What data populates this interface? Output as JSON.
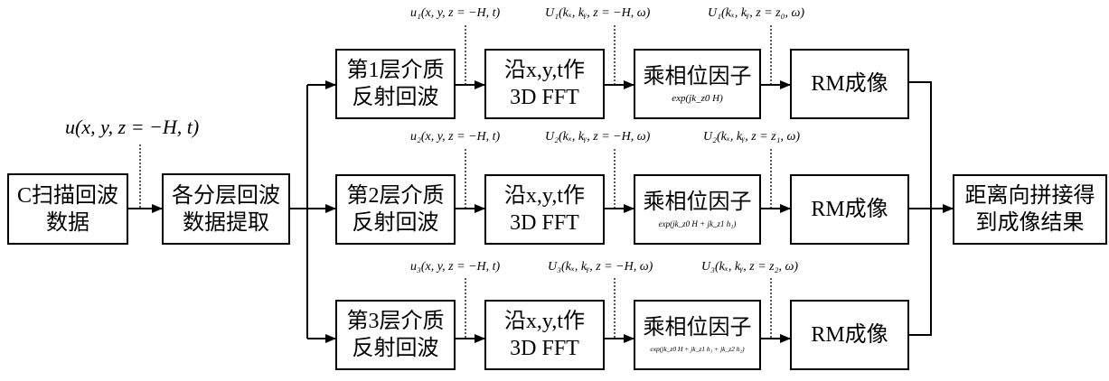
{
  "diagram": {
    "input": {
      "lines": [
        "C扫描回波",
        "数据"
      ]
    },
    "extract": {
      "lines": [
        "各分层回波",
        "数据提取"
      ]
    },
    "input_signal_label": "u(x, y, z = −H, t)",
    "rows": [
      {
        "layer": {
          "lines": [
            "第1层介质",
            "反射回波"
          ]
        },
        "fft": {
          "lines": [
            "沿x,y,t作",
            "3D FFT"
          ]
        },
        "phase": {
          "title": "乘相位因子",
          "formula": "exp(jk_z0 H)"
        },
        "rm": {
          "label": "RM成像"
        },
        "sig_time": "u₁(x, y, z = −H, t)",
        "sig_freq": "U₁(kₓ, kᵧ, z = −H, ω)",
        "sig_shifted": "U₁(kₓ, kᵧ, z = z₀, ω)"
      },
      {
        "layer": {
          "lines": [
            "第2层介质",
            "反射回波"
          ]
        },
        "fft": {
          "lines": [
            "沿x,y,t作",
            "3D FFT"
          ]
        },
        "phase": {
          "title": "乘相位因子",
          "formula": "exp(jk_z0 H + jk_z1 h₁)"
        },
        "rm": {
          "label": "RM成像"
        },
        "sig_time": "u₂(x, y, z = −H, t)",
        "sig_freq": "U₂(kₓ, kᵧ, z = −H, ω)",
        "sig_shifted": "U₂(kₓ, kᵧ, z = z₁, ω)"
      },
      {
        "layer": {
          "lines": [
            "第3层介质",
            "反射回波"
          ]
        },
        "fft": {
          "lines": [
            "沿x,y,t作",
            "3D FFT"
          ]
        },
        "phase": {
          "title": "乘相位因子",
          "formula": "exp(jk_z0 H + jk_z1 h₁ + jk_z2 h₂)"
        },
        "rm": {
          "label": "RM成像"
        },
        "sig_time": "u₃(x, y, z = −H, t)",
        "sig_freq": "U₃(kₓ, kᵧ, z = −H, ω)",
        "sig_shifted": "U₃(kₓ, kᵧ, z = z₂, ω)"
      }
    ],
    "output": {
      "lines": [
        "距离向拼接得",
        "到成像结果"
      ]
    }
  }
}
